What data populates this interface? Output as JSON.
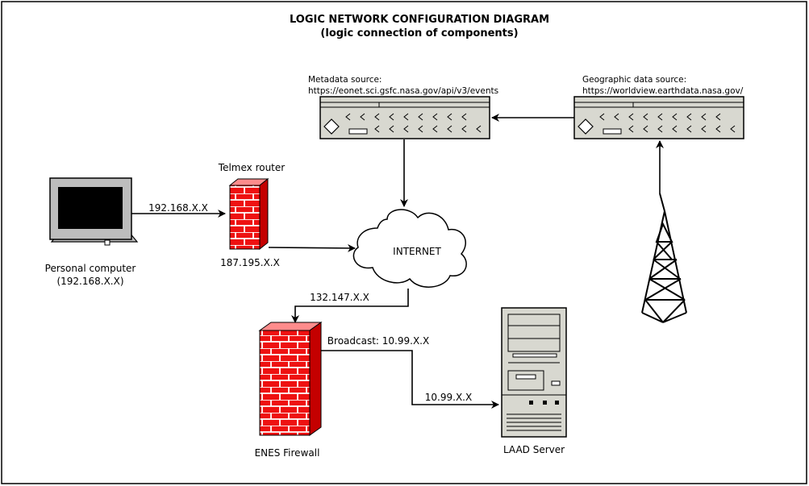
{
  "title": {
    "line1": "LOGIC NETWORK CONFIGURATION DIAGRAM",
    "line2": "(logic connection of components)"
  },
  "nodes": {
    "pc": {
      "label": "Personal computer",
      "ip": "(192.168.X.X)",
      "icon": "monitor-icon"
    },
    "router": {
      "label": "Telmex router",
      "ip": "187.195.X.X",
      "icon": "firewall-icon"
    },
    "internet": {
      "label": "INTERNET",
      "icon": "cloud-icon"
    },
    "metadata": {
      "label": "Metadata source:",
      "url": "https://eonet.sci.gsfc.nasa.gov/api/v3/events",
      "icon": "rack-server-icon"
    },
    "geo": {
      "label": "Geographic data source:",
      "url": "https://worldview.earthdata.nasa.gov/",
      "icon": "rack-server-icon"
    },
    "tower": {
      "icon": "radio-tower-icon"
    },
    "firewall": {
      "label": "ENES Firewall",
      "icon": "firewall-icon"
    },
    "laad": {
      "label": "LAAD Server",
      "icon": "tower-server-icon"
    }
  },
  "edges": {
    "pc_router": "192.168.X.X",
    "internet_firewall": "132.147.X.X",
    "broadcast": "Broadcast: 10.99.X.X",
    "firewall_laad": "10.99.X.X"
  },
  "colors": {
    "brick": "#ee1111",
    "device_fill": "#d8d8d0",
    "monitor_frame": "#bdbdbd",
    "line": "#000000"
  }
}
